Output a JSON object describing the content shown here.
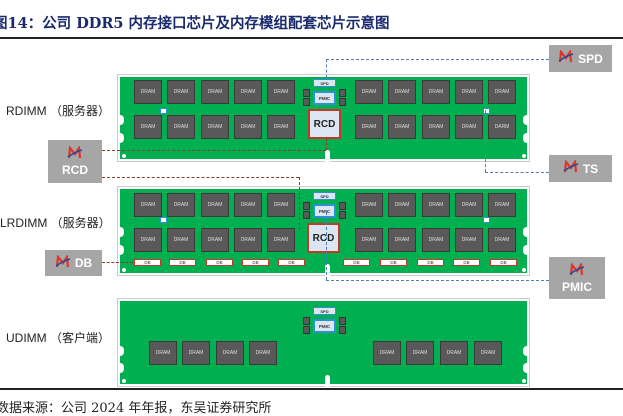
{
  "title": "图14：公司 DDR5 内存接口芯片及内存模组配套芯片示意图",
  "source": "数据来源：公司 2024 年年报，东吴证券研究所",
  "colors": {
    "pcb": "#00b050",
    "chip": "#595959",
    "rcd_border": "#c0392b",
    "pmic_border": "#2e8fd8",
    "tag_bg": "#a6a6a6"
  },
  "modules": [
    {
      "label": "RDIMM （服务器）",
      "top_row": [
        "DRAM",
        "DRAM",
        "DRAM",
        "DRAM",
        "DRAM",
        "DRAM",
        "DRAM",
        "DRAM",
        "DRAM",
        "DRAM"
      ],
      "bottom_row": [
        "DRAM",
        "DRAM",
        "DRAM",
        "DRAM",
        "DRAM",
        "DRAM",
        "DRAM",
        "DRAM",
        "DRAM",
        "DARM"
      ],
      "spd": "SPD",
      "pmic": "PMIC",
      "rcd": "RCD"
    },
    {
      "label": "LRDIMM （服务器）",
      "top_row": [
        "DRAM",
        "DRAM",
        "DRAM",
        "DRAM",
        "DRAM",
        "DRAM",
        "DRAM",
        "DRAM",
        "DRAM",
        "DRAM"
      ],
      "bottom_row": [
        "DRAM",
        "DRAM",
        "DRAM",
        "DRAM",
        "DRAM",
        "DRAM",
        "DRAM",
        "DRAM",
        "DRAM",
        "DRAM"
      ],
      "db_row": [
        "DB",
        "DB",
        "DB",
        "DB",
        "DB",
        "DB",
        "DB",
        "DB",
        "DB",
        "DB"
      ],
      "spd": "SPD",
      "pmic": "PMIC",
      "rcd": "RCD"
    },
    {
      "label": "UDIMM （客户端）",
      "row": [
        "DRAM",
        "DRAM",
        "DRAM",
        "DRAM",
        "DRAM",
        "DRAM",
        "DRAM",
        "DRAM"
      ],
      "spd": "SPD",
      "pmic": "PMIC"
    }
  ],
  "tags": {
    "spd": "SPD",
    "rcd": "RCD",
    "ts": "TS",
    "db": "DB",
    "pmic": "PMIC"
  },
  "logo_icon": "montage-logo-icon"
}
